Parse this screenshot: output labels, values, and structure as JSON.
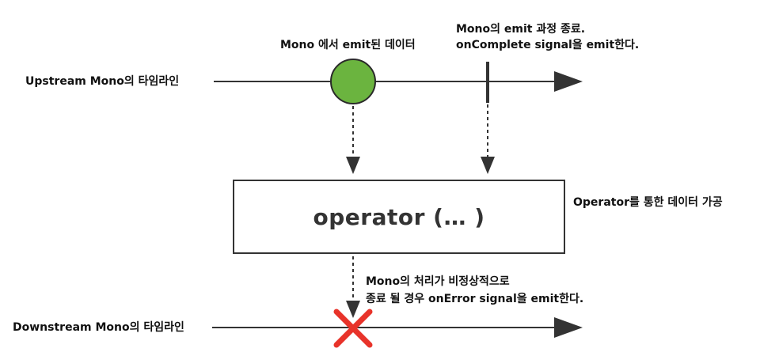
{
  "labels": {
    "upstream_timeline": "Upstream Mono의 타임라인",
    "emitted_data": "Mono 에서 emit된 데이터",
    "complete_line1": "Mono의 emit 과정 종료.",
    "complete_line2": "onComplete signal을 emit한다.",
    "operator": "operator (… )",
    "operator_desc": "Operator를 통한 데이터 가공",
    "error_line1": "Mono의 처리가 비정상적으로",
    "error_line2": "종료 될 경우 onError signal을 emit한다.",
    "downstream_timeline": "Downstream Mono의 타임라인"
  },
  "colors": {
    "line": "#333333",
    "data_fill": "#6bb43f",
    "data_stroke": "#2a2a2a",
    "error": "#e8332a",
    "text": "#111111"
  },
  "icons": {
    "emitted_item": "green-circle",
    "complete_signal": "vertical-bar",
    "error_signal": "red-x"
  }
}
